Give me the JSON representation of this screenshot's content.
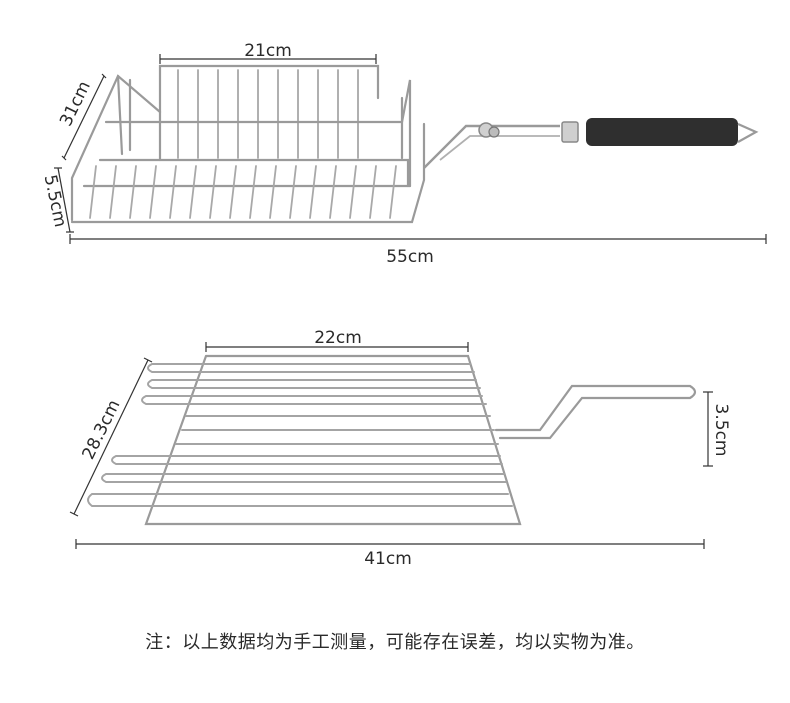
{
  "basket_view": {
    "width_label": "21cm",
    "depth_label": "31cm",
    "height_label": "5.5cm",
    "overall_length_label": "55cm"
  },
  "grill_view": {
    "width_label": "22cm",
    "depth_label": "28.3cm",
    "height_label": "3.5cm",
    "overall_length_label": "41cm"
  },
  "note": "注：以上数据均为手工测量，可能存在误差，均以实物为准。"
}
